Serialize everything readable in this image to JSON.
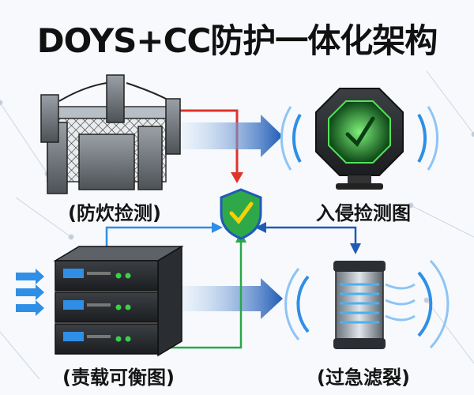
{
  "title": "DOYS+CC防护一体化架构",
  "labels": {
    "firewall": "(防炊捡测)",
    "ids": "入侵捡测图",
    "loadbalancer": "(责载可衡图)",
    "filter": "(过急滤裂)"
  },
  "colors": {
    "red_flow": "#e0332b",
    "blue_flow": "#1f5bb5",
    "green_flow": "#2aa84a",
    "shield_green": "#2fa84a",
    "accent_blue": "#2f8fe6"
  },
  "icons": {
    "firewall": "fortified-firewall-icon",
    "ids": "ids-monitor-icon",
    "shield": "shield-check-icon",
    "loadbalancer": "server-rack-icon",
    "filter": "filter-cylinder-icon"
  }
}
